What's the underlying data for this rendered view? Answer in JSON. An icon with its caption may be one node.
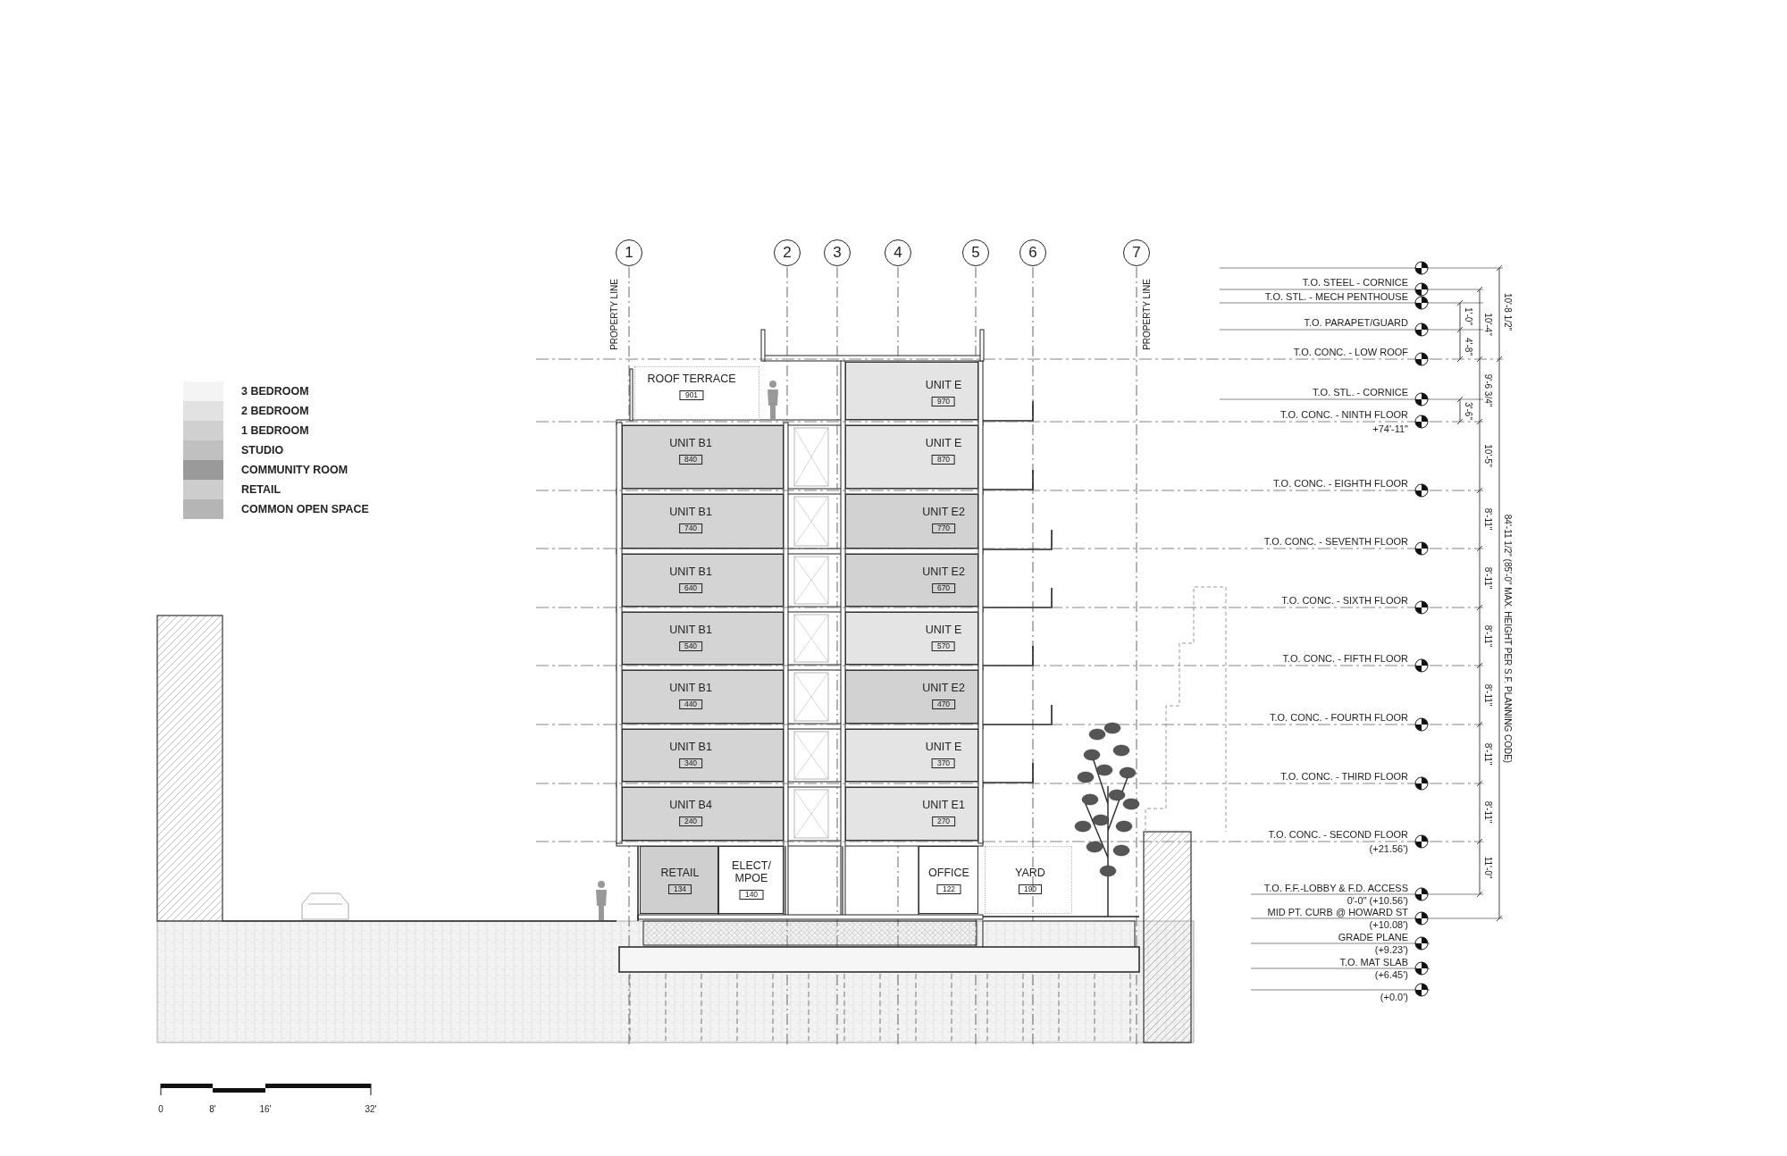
{
  "diagram": {
    "nodes": [
      {
        "text": [
          "1"
        ]
      },
      {
        "text": [
          "2"
        ]
      },
      {
        "text": [
          "3"
        ]
      },
      {
        "text": [
          "4"
        ]
      },
      {
        "text": [
          "5"
        ]
      },
      {
        "text": [
          "6"
        ]
      },
      {
        "text": [
          "7"
        ]
      },
      {
        "text": [
          "ROOF TERRACE",
          "901"
        ]
      },
      {
        "text": [
          "UNIT E",
          "970"
        ]
      },
      {
        "text": [
          "UNIT B1",
          "840"
        ]
      },
      {
        "text": [
          "UNIT E",
          "870"
        ]
      },
      {
        "text": [
          "UNIT B1",
          "740"
        ]
      },
      {
        "text": [
          "UNIT E2",
          "770"
        ]
      },
      {
        "text": [
          "UNIT B1",
          "640"
        ]
      },
      {
        "text": [
          "UNIT E2",
          "670"
        ]
      },
      {
        "text": [
          "UNIT B1",
          "540"
        ]
      },
      {
        "text": [
          "UNIT E",
          "570"
        ]
      },
      {
        "text": [
          "UNIT B1",
          "440"
        ]
      },
      {
        "text": [
          "UNIT E2",
          "470"
        ]
      },
      {
        "text": [
          "UNIT B1",
          "340"
        ]
      },
      {
        "text": [
          "UNIT E",
          "370"
        ]
      },
      {
        "text": [
          "UNIT B4",
          "240"
        ]
      },
      {
        "text": [
          "UNIT E1",
          "270"
        ]
      },
      {
        "text": [
          "RETAIL",
          "134"
        ]
      },
      {
        "text": [
          "ELECT/ MPOE",
          "140"
        ]
      },
      {
        "text": [
          "OFFICE",
          "122"
        ]
      },
      {
        "text": [
          "YARD",
          "190"
        ]
      }
    ],
    "labels": [
      "PROPERTY LINE",
      "PROPERTY LINE",
      "T.O. STEEL - CORNICE",
      "T.O. STL. - MECH PENTHOUSE",
      "T.O. PARAPET/GUARD",
      "T.O. CONC. - LOW ROOF",
      "T.O. STL. - CORNICE",
      "T.O. CONC. - NINTH FLOOR",
      "+74'-11\"",
      "T.O. CONC. - EIGHTH FLOOR",
      "T.O. CONC. - SEVENTH FLOOR",
      "T.O. CONC. - SIXTH FLOOR",
      "T.O. CONC. - FIFTH FLOOR",
      "T.O. CONC. - FOURTH FLOOR",
      "T.O. CONC. - THIRD FLOOR",
      "T.O. CONC. - SECOND FLOOR",
      "(+21.56')",
      "T.O. F.F.-LOBBY & F.D. ACCESS",
      "0'-0\" (+10.56')",
      "MID PT. CURB @ HOWARD ST",
      "(+10.08')",
      "GRADE PLANE",
      "(+9.23')",
      "T.O. MAT SLAB",
      "(+6.45')",
      "(+0.0')",
      "1'-0\"",
      "10'-4\"",
      "10'-8 1/2\"",
      "4'-8\"",
      "3'-6\"",
      "9'-6 3/4\"",
      "10'-5\"",
      "8'-11\"",
      "8'-11\"",
      "8'-11\"",
      "8'-11\"",
      "8'-11\"",
      "8'-11\"",
      "11'-0\"",
      "84'-11 1/2\" (85'-0\" MAX. HEIGHT PER S.F. PLANNING CODE)",
      "0",
      "8'",
      "16'",
      "32'"
    ],
    "legend": [
      {
        "text": "3 BEDROOM",
        "color": "#f4f4f4"
      },
      {
        "text": "2 BEDROOM",
        "color": "#e2e2e2"
      },
      {
        "text": "1 BEDROOM",
        "color": "#d0d0d0"
      },
      {
        "text": "STUDIO",
        "color": "#c0c0c0"
      },
      {
        "text": "COMMUNITY ROOM",
        "color": "#9a9a9a"
      },
      {
        "text": "RETAIL",
        "color": "#cdcdcd"
      },
      {
        "text": "COMMON OPEN SPACE",
        "color": "#b5b5b5"
      }
    ]
  }
}
